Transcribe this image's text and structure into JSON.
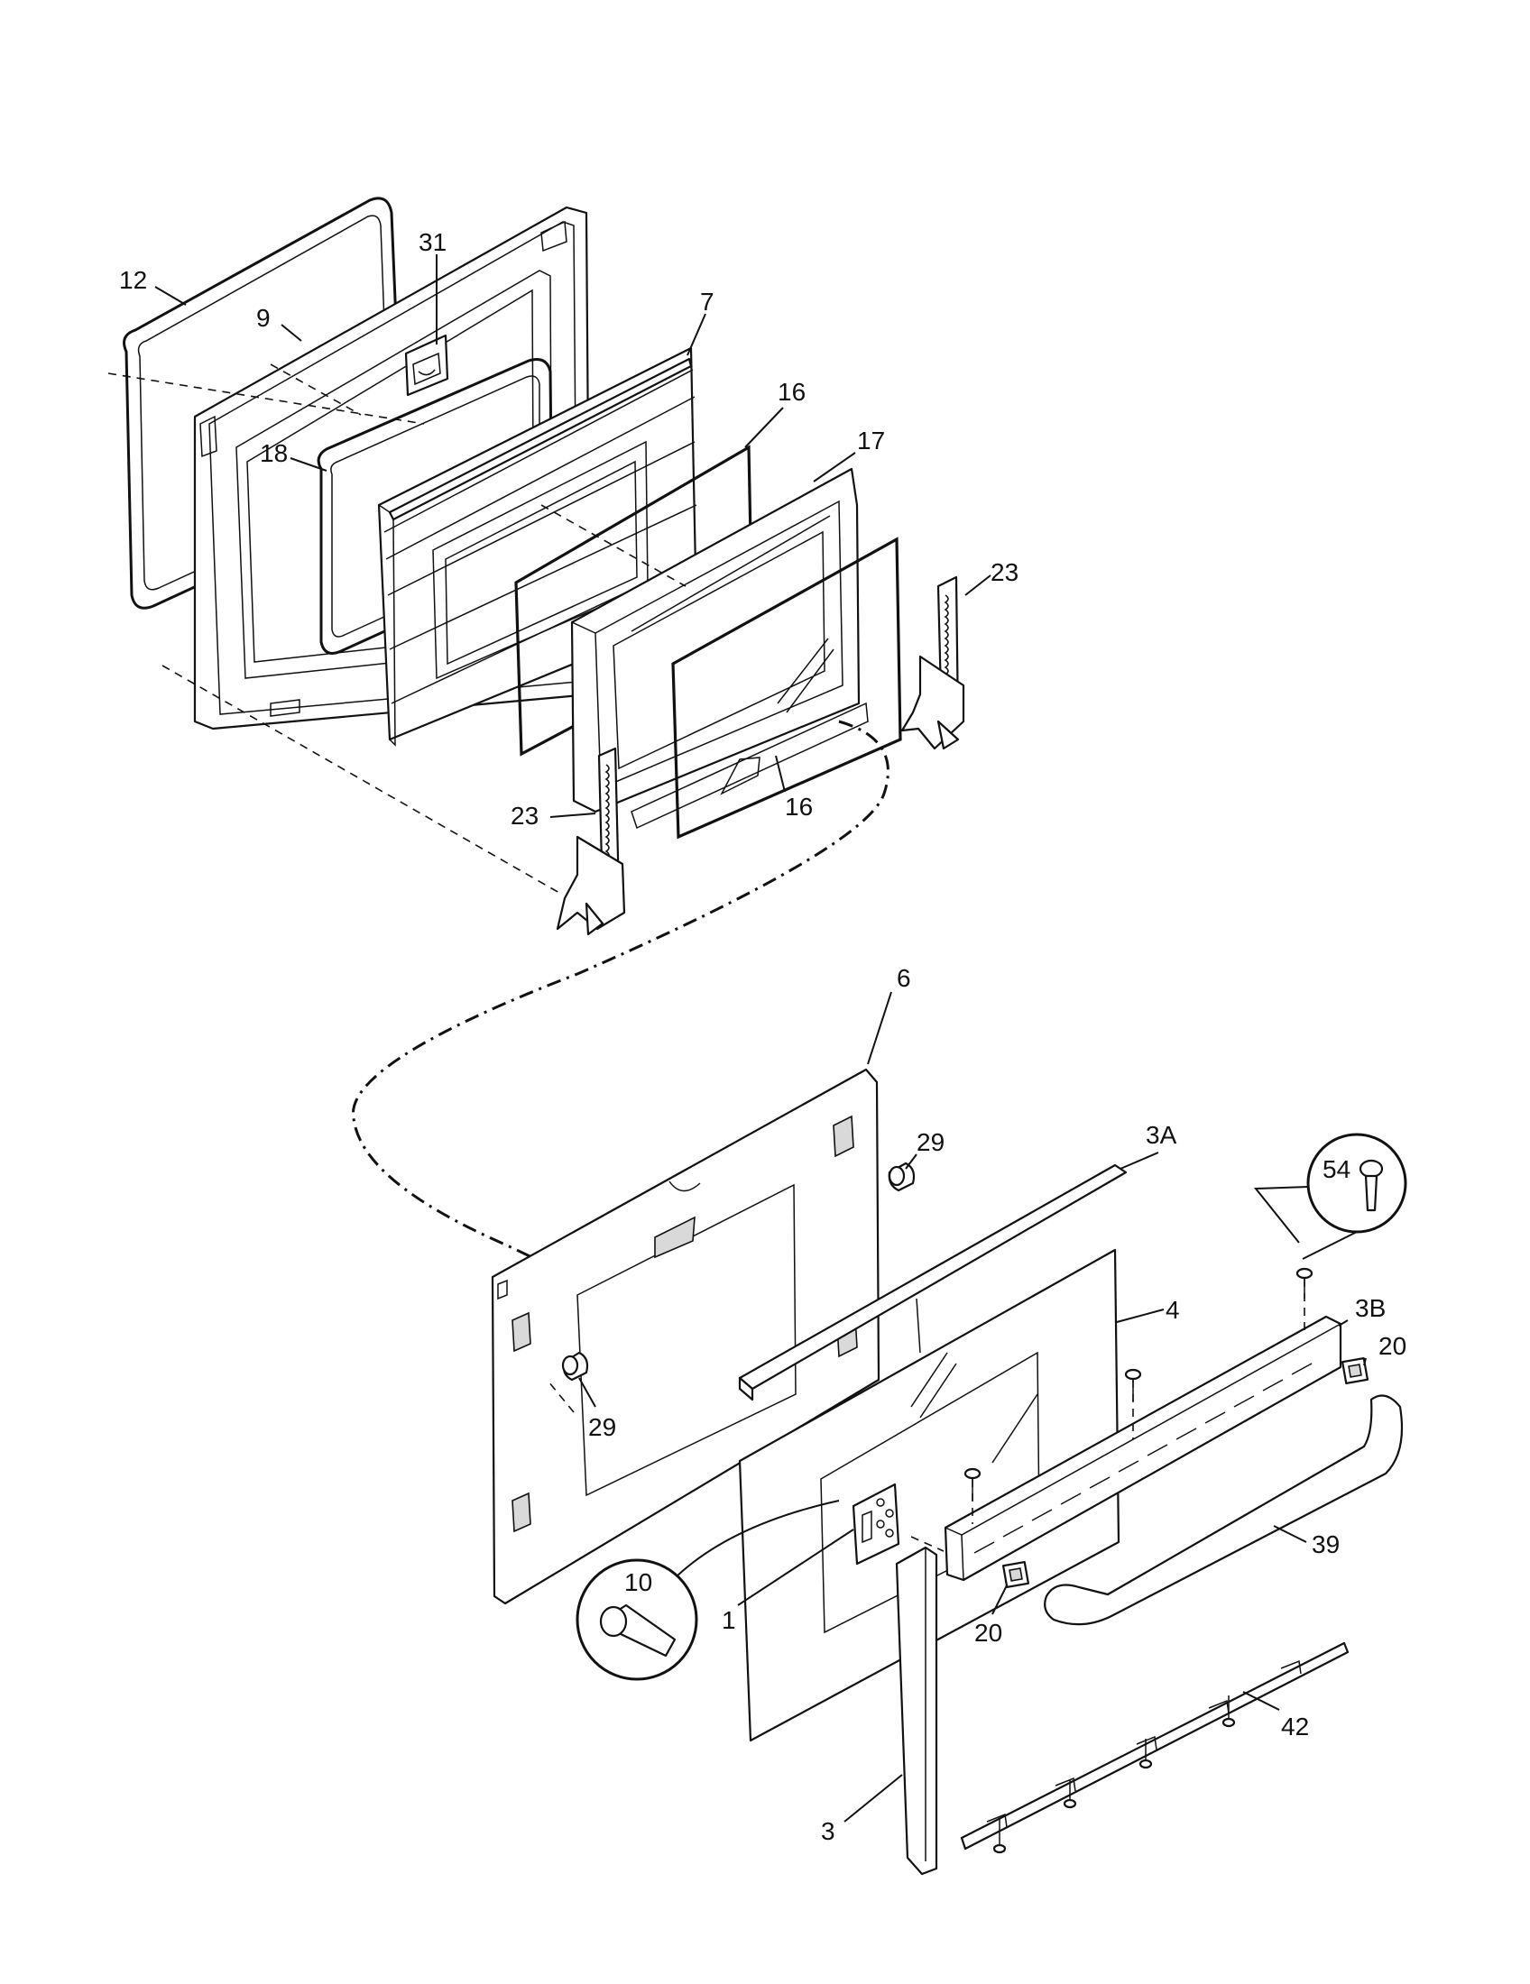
{
  "callouts": [
    {
      "id": "12",
      "label": "12"
    },
    {
      "id": "9",
      "label": "9"
    },
    {
      "id": "31",
      "label": "31"
    },
    {
      "id": "7",
      "label": "7"
    },
    {
      "id": "18",
      "label": "18"
    },
    {
      "id": "16a",
      "label": "16"
    },
    {
      "id": "17",
      "label": "17"
    },
    {
      "id": "23a",
      "label": "23"
    },
    {
      "id": "23b",
      "label": "23"
    },
    {
      "id": "16b",
      "label": "16"
    },
    {
      "id": "6",
      "label": "6"
    },
    {
      "id": "29a",
      "label": "29"
    },
    {
      "id": "3A",
      "label": "3A"
    },
    {
      "id": "54",
      "label": "54"
    },
    {
      "id": "4",
      "label": "4"
    },
    {
      "id": "3B",
      "label": "3B"
    },
    {
      "id": "20a",
      "label": "20"
    },
    {
      "id": "29b",
      "label": "29"
    },
    {
      "id": "39",
      "label": "39"
    },
    {
      "id": "10",
      "label": "10"
    },
    {
      "id": "1",
      "label": "1"
    },
    {
      "id": "20b",
      "label": "20"
    },
    {
      "id": "42",
      "label": "42"
    },
    {
      "id": "3",
      "label": "3"
    }
  ]
}
